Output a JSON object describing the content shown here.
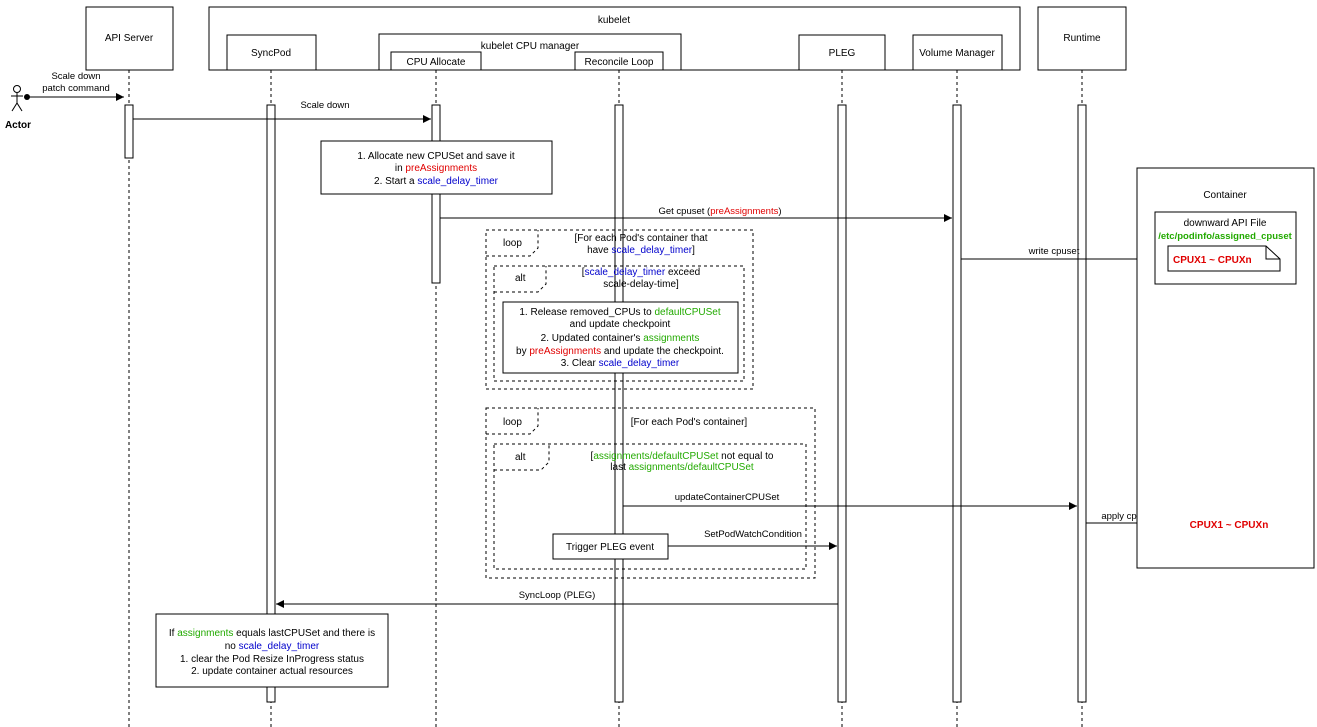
{
  "participants": {
    "api_server": "API Server",
    "kubelet": "kubelet",
    "syncpod": "SyncPod",
    "cpu_manager": "kubelet CPU manager",
    "cpu_allocate": "CPU Allocate",
    "reconcile_loop": "Reconcile Loop",
    "pleg": "PLEG",
    "volume_manager": "Volume Manager",
    "runtime": "Runtime",
    "actor": "Actor",
    "container": "Container"
  },
  "messages": {
    "scale_down_patch_1": "Scale down",
    "scale_down_patch_2": "patch command",
    "scale_down": "Scale down",
    "get_cpuset_pre": "Get cpuset (",
    "get_cpuset_mid": "preAssignments",
    "get_cpuset_post": ")",
    "write_cpuset": "write cpuset",
    "update_container_cpuset": "updateContainerCPUSet",
    "set_pod_watch": "SetPodWatchCondition",
    "apply_cpuset": "apply cpuset",
    "syncloop": "SyncLoop (PLEG)"
  },
  "note_allocate": {
    "l1": "1. Allocate new CPUSet and save it",
    "l2a": "in ",
    "l2b": "preAssignments",
    "l3a": "2. Start a ",
    "l3b": "scale_delay_timer"
  },
  "loop1": {
    "tag": "loop",
    "cond_l1": "[For each Pod's container that",
    "cond_l2a": "have ",
    "cond_l2b": "scale_delay_timer",
    "cond_l2c": "]"
  },
  "alt1": {
    "tag": "alt",
    "cond_l1a": "[",
    "cond_l1b": "scale_delay_timer",
    "cond_l1c": " exceed",
    "cond_l2": "scale-delay-time]"
  },
  "note_release": {
    "l1a": "1. Release removed_CPUs to ",
    "l1b": "defaultCPUSet",
    "l2": "and update checkpoint",
    "l3a": "2. Updated container's ",
    "l3b": "assignments",
    "l4a": "by ",
    "l4b": "preAssignments",
    "l4c": " and update the checkpoint.",
    "l5a": "3. Clear ",
    "l5b": "scale_delay_timer"
  },
  "loop2": {
    "tag": "loop",
    "cond": "[For each Pod's container]"
  },
  "alt2": {
    "tag": "alt",
    "cond_l1a": "[",
    "cond_l1b": "assignments/defaultCPUSet",
    "cond_l1c": " not equal to",
    "cond_l2a": "last ",
    "cond_l2b": "assignments/defaultCPUSet"
  },
  "trigger_pleg": "Trigger PLEG event",
  "note_syncpod": {
    "l1a": "If ",
    "l1b": "assignments",
    "l1c": " equals lastCPUSet and there is",
    "l2a": "no ",
    "l2b": "scale_delay_timer",
    "l3": "1. clear the Pod Resize InProgress status",
    "l4": "2. update container actual resources"
  },
  "downward": {
    "title": "downward API File",
    "path": "/etc/podinfo/assigned_cpuset",
    "value": "CPUX1 ~ CPUXn"
  },
  "applied_value": "CPUX1 ~ CPUXn",
  "colors": {
    "red": "#e00000",
    "blue": "#0000cc",
    "green": "#22aa00"
  }
}
